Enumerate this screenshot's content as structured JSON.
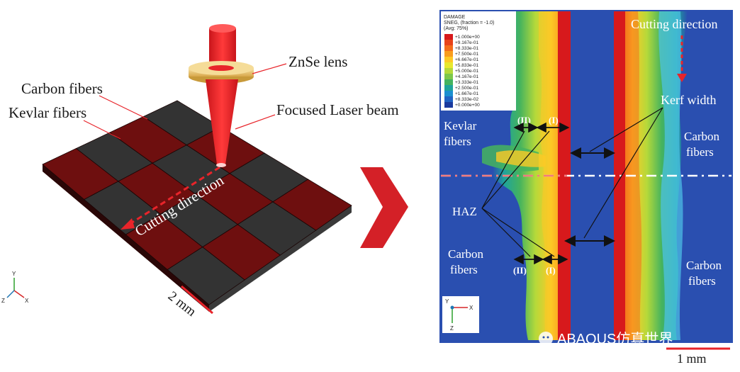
{
  "left_panel": {
    "labels": {
      "lens": "ZnSe lens",
      "carbon": "Carbon fibers",
      "kevlar": "Kevlar fibers",
      "laser": "Focused Laser beam",
      "cutting": "Cutting direction",
      "scale": "2 mm"
    },
    "axes": {
      "y": "Y",
      "z": "Z",
      "x": "X"
    }
  },
  "right_panel": {
    "legend": {
      "title1": "DAMAGE",
      "title2": "SNEG, (fraction = -1.0)",
      "title3": "(Avg: 75%)",
      "entries": [
        "+1.000e+00",
        "+9.167e-01",
        "+8.333e-01",
        "+7.500e-01",
        "+6.667e-01",
        "+5.833e-01",
        "+5.000e-01",
        "+4.167e-01",
        "+3.333e-01",
        "+2.500e-01",
        "+1.667e-01",
        "+8.333e-02",
        "+0.000e+00"
      ],
      "colors": [
        "#d7191c",
        "#e8431a",
        "#f46d1b",
        "#f99d1f",
        "#fdc926",
        "#e8e82e",
        "#b5d93a",
        "#7dc84a",
        "#45b35e",
        "#1fa39a",
        "#1b8fd0",
        "#2063c4",
        "#1a3a9e"
      ]
    },
    "labels": {
      "cutting": "Cutting direction",
      "kerf": "Kerf width",
      "carbon_right_top": "Carbon",
      "carbon_right_top2": "fibers",
      "carbon_right_bottom": "Carbon",
      "carbon_right_bottom2": "fibers",
      "kevlar": "Kevlar",
      "kevlar2": "fibers",
      "carbon_left": "Carbon",
      "carbon_left2": "fibers",
      "haz": "HAZ",
      "zone2_top": "(II)",
      "zone1_top": "(I)",
      "zone2_bottom": "(II)",
      "zone1_bottom": "(I)",
      "scale": "1 mm"
    },
    "axes": {
      "y": "Y",
      "z": "Z",
      "x": "X"
    }
  },
  "watermark": "ABAQUS仿真世界",
  "colors": {
    "red_tile": "#6e0f0f",
    "dark_tile": "#333333",
    "laser": "#e8242a",
    "arrow": "#d42027",
    "bg_blue": "#2a4fb0"
  }
}
